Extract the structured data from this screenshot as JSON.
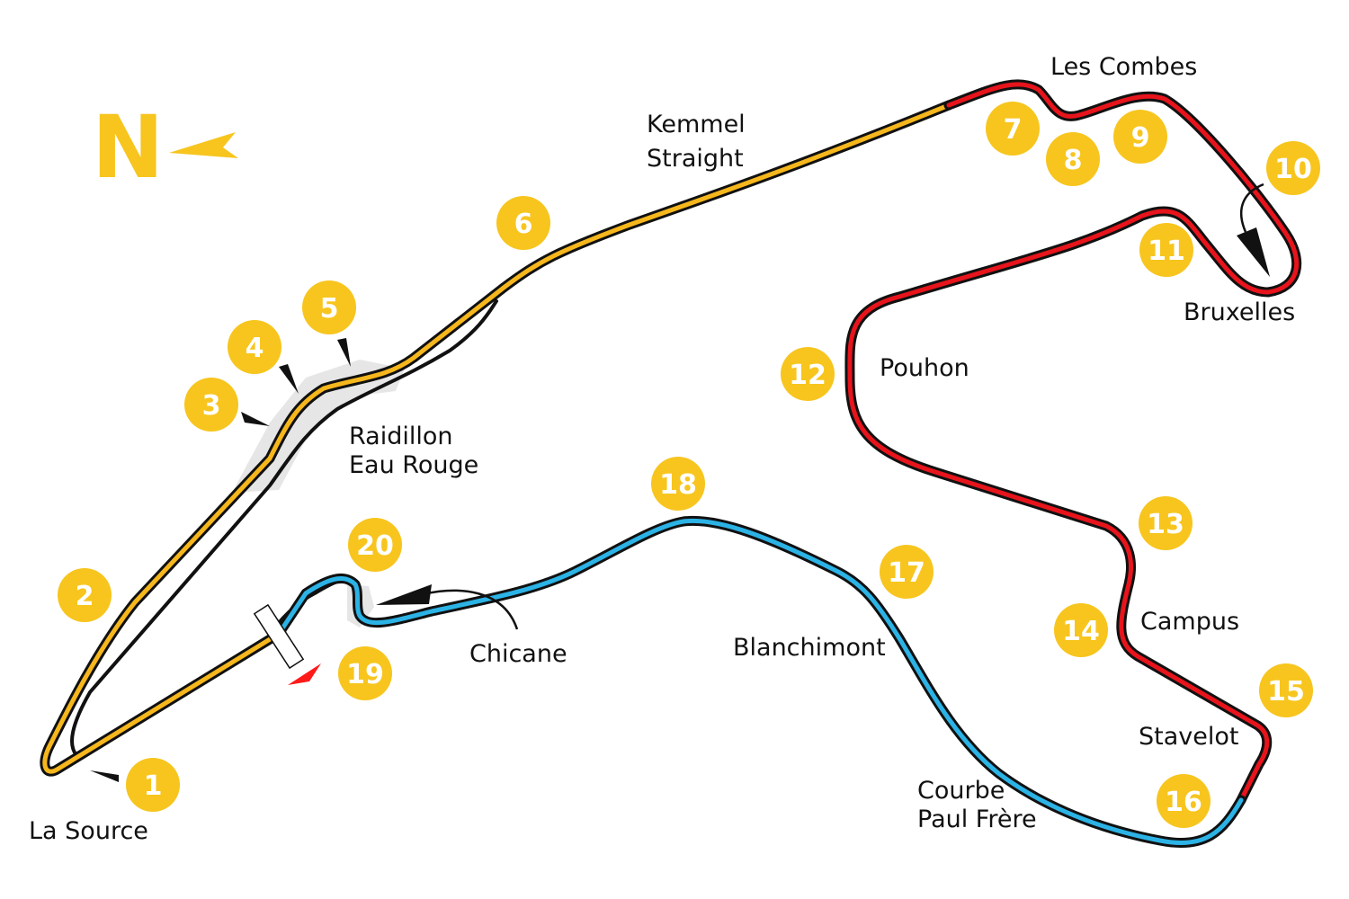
{
  "map": {
    "north_label": "N",
    "colors": {
      "sector1": "#f6b71d",
      "sector2": "#e8141c",
      "sector3": "#2cb3e6",
      "outline": "#111111",
      "badge": "#f7c51e",
      "badge_text": "#ffffff",
      "runoff": "#e6e6e6",
      "start_arrow": "#ff1a1a"
    },
    "turns": [
      "1",
      "2",
      "3",
      "4",
      "5",
      "6",
      "7",
      "8",
      "9",
      "10",
      "11",
      "12",
      "13",
      "14",
      "15",
      "16",
      "17",
      "18",
      "19",
      "20"
    ],
    "corner_names": {
      "la_source": "La Source",
      "raidillon": "Raidillon",
      "eau_rouge": "Eau Rouge",
      "kemmel": "Kemmel",
      "straight": "Straight",
      "les_combes": "Les Combes",
      "bruxelles": "Bruxelles",
      "pouhon": "Pouhon",
      "campus": "Campus",
      "stavelot": "Stavelot",
      "courbe": "Courbe",
      "paul_frere": "Paul Frère",
      "blanchimont": "Blanchimont",
      "chicane": "Chicane"
    }
  }
}
